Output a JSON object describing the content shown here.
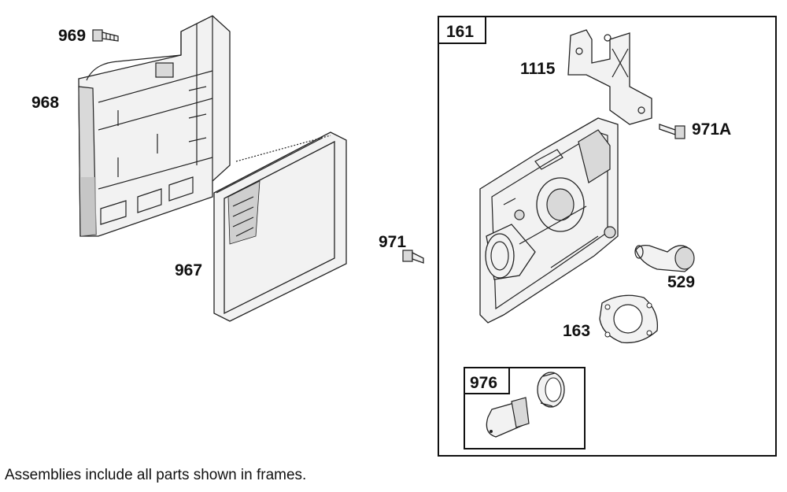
{
  "labels": {
    "p969": "969",
    "p968": "968",
    "p967": "967",
    "p971": "971",
    "p161": "161",
    "p1115": "1115",
    "p971a": "971A",
    "p529": "529",
    "p163": "163",
    "p976": "976"
  },
  "footnote": "Assemblies include all parts shown in frames."
}
